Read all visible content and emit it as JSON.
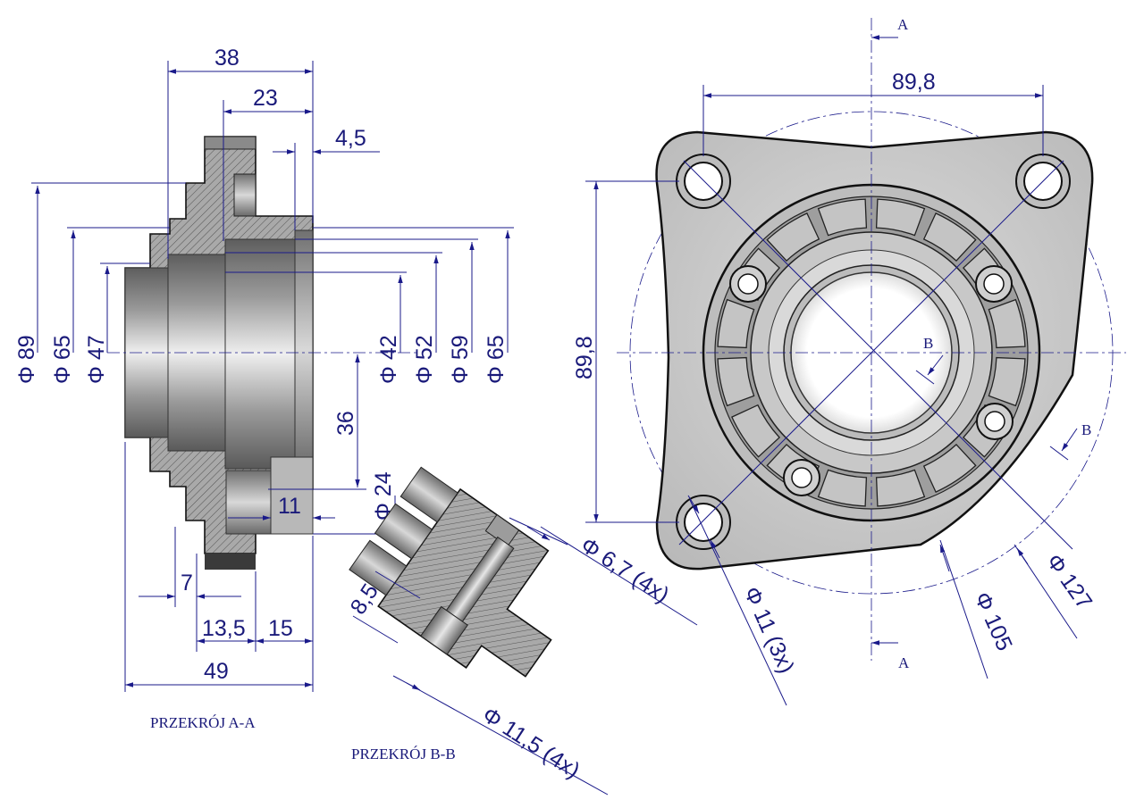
{
  "section_aa": {
    "caption": "PRZEKRÓJ A-A",
    "dims": {
      "d38": "38",
      "d23": "23",
      "d45": "4,5",
      "dia89": "Φ 89",
      "dia65l": "Φ 65",
      "dia47": "Φ 47",
      "dia42": "Φ 42",
      "dia52": "Φ 52",
      "dia59": "Φ 59",
      "dia65r": "Φ 65",
      "d36": "36",
      "dia24": "Φ 24",
      "d11": "11",
      "d7": "7",
      "d135": "13,5",
      "d15": "15",
      "d49": "49"
    }
  },
  "section_bb": {
    "caption": "PRZEKRÓJ B-B",
    "dims": {
      "d85": "8,5",
      "dia67": "Φ 6,7 (4x)",
      "dia115": "Φ 11,5 (4x)"
    }
  },
  "front_view": {
    "dims": {
      "w898": "89,8",
      "h898": "89,8",
      "dia11": "Φ 11 (3x)",
      "dia105": "Φ 105",
      "dia127": "Φ 127"
    },
    "section_marks": {
      "a_top": "A",
      "a_bottom": "A",
      "b_upper": "B",
      "b_lower": "B"
    }
  },
  "colors": {
    "dimension": "#1a1a7a",
    "metal_light": "#d6d6d6",
    "metal_dark": "#7d7d7d",
    "hatch_fill": "#a8a8a8"
  }
}
